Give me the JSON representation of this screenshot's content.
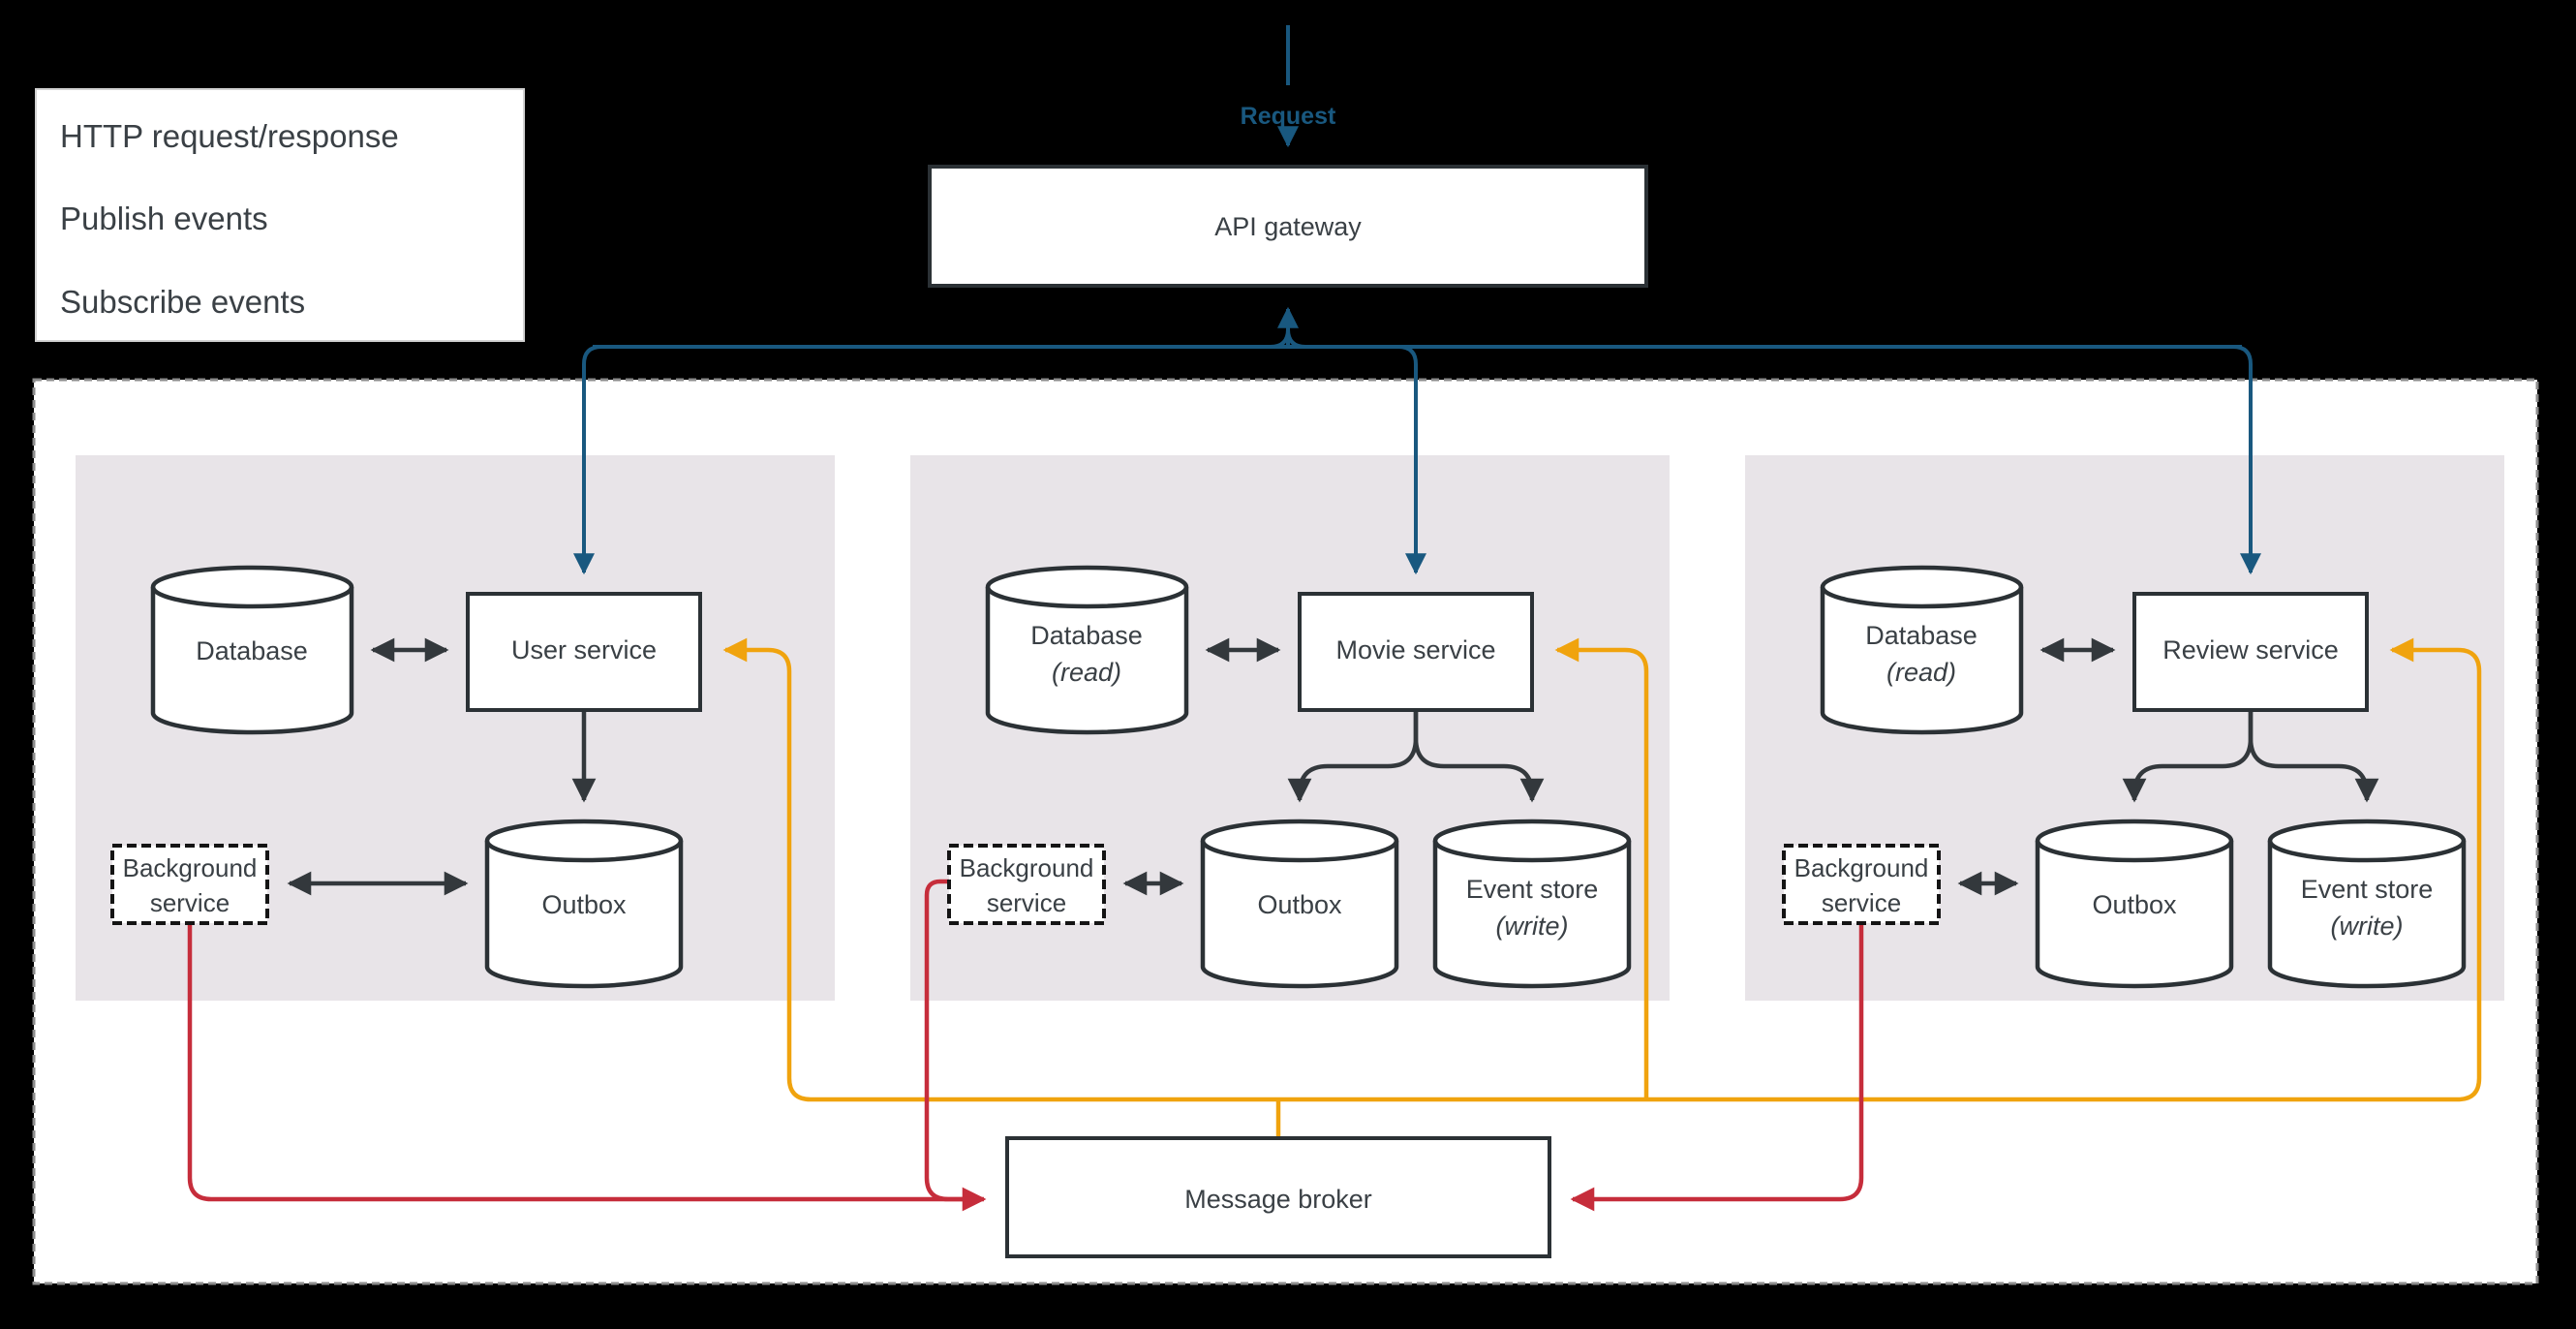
{
  "legend": {
    "items": [
      {
        "label": "HTTP request/response",
        "color": "#1F3864"
      },
      {
        "label": "Publish events",
        "color": "#C00000"
      },
      {
        "label": "Subscribe events",
        "color": "#FFA500"
      }
    ]
  },
  "flow": {
    "request_label": "Request"
  },
  "nodes": {
    "api_gateway": "API gateway",
    "message_broker": "Message broker",
    "groups": [
      {
        "service": "User service",
        "database": [
          "Database",
          ""
        ],
        "outbox": "Outbox",
        "background": [
          "Background",
          "service"
        ]
      },
      {
        "service": "Movie service",
        "database": [
          "Database",
          "(read)"
        ],
        "outbox": "Outbox",
        "event_store": [
          "Event store",
          "(write)"
        ],
        "background": [
          "Background",
          "service"
        ]
      },
      {
        "service": "Review service",
        "database": [
          "Database",
          "(read)"
        ],
        "outbox": "Outbox",
        "event_store": [
          "Event store",
          "(write)"
        ],
        "background": [
          "Background",
          "service"
        ]
      }
    ]
  },
  "colors": {
    "http_line": "#19587F",
    "publish_line": "#C62D3B",
    "subscribe_line": "#F0A30E",
    "legend_http": "#1F3864",
    "legend_publish": "#C00000",
    "legend_subscribe": "#FFA500"
  }
}
